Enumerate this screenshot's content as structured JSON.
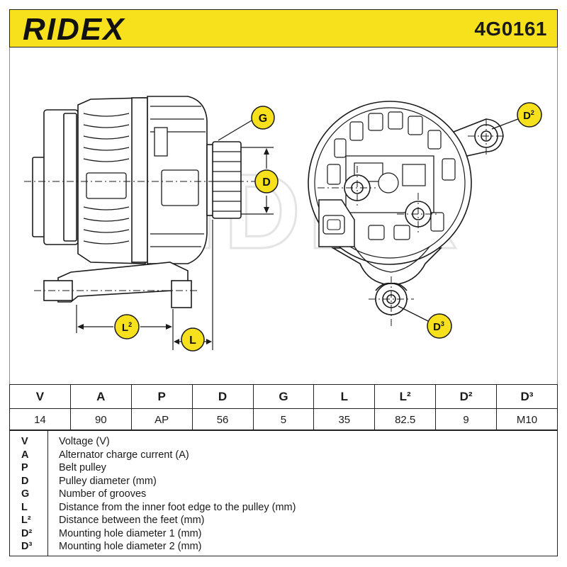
{
  "header": {
    "brand": "RIDEX",
    "part_number": "4G0161",
    "accent_color": "#f7e11d"
  },
  "watermark": "RIDEX",
  "callouts": {
    "g": "G",
    "d": "D",
    "l2_label": "L",
    "l2_sup": "2",
    "l_label": "L",
    "d2_label": "D",
    "d2_sup": "2",
    "d3_label": "D",
    "d3_sup": "3"
  },
  "spec_table": {
    "headers": [
      "V",
      "A",
      "P",
      "D",
      "G",
      "L",
      "L²",
      "D²",
      "D³"
    ],
    "values": [
      "14",
      "90",
      "AP",
      "56",
      "5",
      "35",
      "82.5",
      "9",
      "M10"
    ]
  },
  "legend": [
    {
      "symbol": "V",
      "description": "Voltage (V)"
    },
    {
      "symbol": "A",
      "description": "Alternator charge current (A)"
    },
    {
      "symbol": "P",
      "description": "Belt pulley"
    },
    {
      "symbol": "D",
      "description": "Pulley diameter (mm)"
    },
    {
      "symbol": "G",
      "description": "Number of grooves"
    },
    {
      "symbol": "L",
      "description": "Distance from the inner foot edge to the pulley (mm)"
    },
    {
      "symbol": "L²",
      "description": "Distance between the feet (mm)"
    },
    {
      "symbol": "D²",
      "description": "Mounting hole diameter 1 (mm)"
    },
    {
      "symbol": "D³",
      "description": "Mounting hole diameter 2 (mm)"
    }
  ]
}
